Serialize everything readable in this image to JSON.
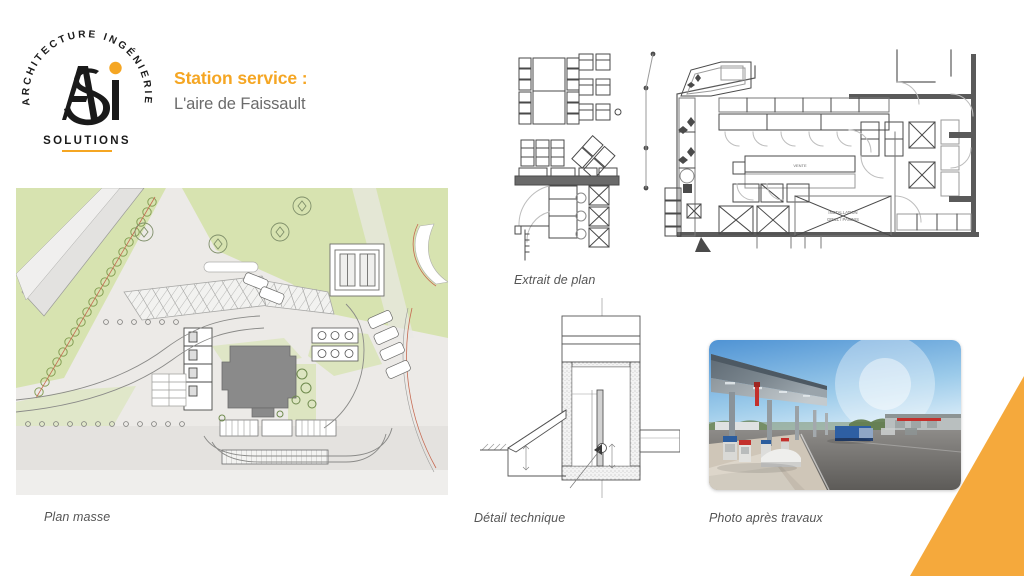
{
  "slide": {
    "background_color": "#ffffff",
    "accent_color": "#F5A623",
    "wedge_color": "#F5A93C"
  },
  "logo": {
    "name": "asi-solutions-logo",
    "arc_text": "ARCHITECTURE INGÉNIERIE",
    "monogram": "ASI",
    "wordmark": "SOLUTIONS",
    "dot_color": "#F5A623",
    "underline_color": "#F5A623",
    "ink_color": "#1a1a1a"
  },
  "header": {
    "title": "Station service :",
    "subtitle": "L'aire de Faissault",
    "title_color": "#F5A623",
    "subtitle_color": "#6b6b6b"
  },
  "figures": [
    {
      "id": "fig-site",
      "name": "site-plan-figure",
      "caption": "Plan masse",
      "kind": "site-plan",
      "colors": {
        "lawn": "#d7e3b0",
        "paving": "#e9e9e7",
        "asphalt": "#dedede",
        "building": "#8a8a8a",
        "line": "#555555",
        "tree": "#8fae5c",
        "kerb_red": "#c66a52"
      }
    },
    {
      "id": "fig-extract",
      "name": "floor-plan-extract-figure",
      "caption": "Extrait de plan",
      "kind": "floor-plan",
      "colors": {
        "line": "#4a4a4a",
        "wall": "#6a6a6a",
        "fill": "#ffffff"
      }
    },
    {
      "id": "fig-detail",
      "name": "technical-detail-figure",
      "caption": "Détail technique",
      "kind": "section-drawing",
      "colors": {
        "line": "#555555",
        "hatch": "#9a9a9a"
      }
    },
    {
      "id": "fig-photo",
      "name": "after-works-photo-figure",
      "caption": "Photo après travaux",
      "kind": "photograph",
      "description": "Station service canopy with fuel pumps, blue sky and asphalt forecourt",
      "colors": {
        "sky_top": "#5b9ad6",
        "sky_horizon": "#dff0fb",
        "canopy": "#6f7b84",
        "canopy_underside": "#9aa3a9",
        "asphalt": "#6e6d6b",
        "concrete": "#cfc6b8",
        "building": "#b8bdbd",
        "trees": "#5f7a4a",
        "pump_red": "#b5322b",
        "pump_blue": "#2b5d9e"
      }
    }
  ]
}
